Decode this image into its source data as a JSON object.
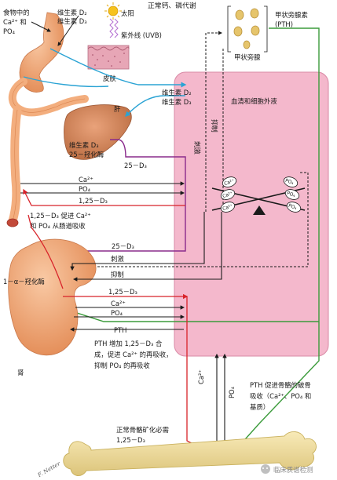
{
  "title": "正常钙、磷代谢",
  "colors": {
    "ecf": "#f4b8cc",
    "ecf_edge": "#d98aa6",
    "organ": "#f3ae7e",
    "organ_dark": "#d9824d",
    "bone": "#f1df9e",
    "bone_edge": "#c9b15d",
    "red": "#d8232a",
    "blue": "#2aa3d4",
    "purple": "#8a2b8c",
    "green": "#3b9b3b",
    "black": "#1a1a1a",
    "gland": "#e6c56c"
  },
  "labels": {
    "food": "食物中的",
    "food_ions": "Ca²⁺ 和",
    "food_po4": "PO₄",
    "vitd_gut_1": "维生素 D₂",
    "vitd_gut_2": "维生素 D₃",
    "sun": "太阳",
    "uvb": "紫外线 (UVB)",
    "skin": "皮肤",
    "liver": "肝",
    "vitd_blood_1": "维生素 D₂",
    "vitd_blood_2": "维生素 D₃",
    "liver_vitd": "维生素 D₃",
    "liver_enzyme": "25－羟化酶",
    "d25": "25－D₃",
    "ecf": "血清和细胞外液",
    "stimulate_v": "刺激",
    "inhibit_v": "抑制",
    "pth_gland": "甲状旁腺素",
    "pth_abbr": "(PTH)",
    "parathyroid": "甲状旁腺",
    "gut_ca": "Ca²⁺",
    "gut_po4": "PO₄",
    "gut_d3": "1,25－D₃",
    "gut_note_1": "1,25－D₃ 促进 Ca²⁺",
    "gut_note_2": "和 PO₄ 从肠道吸收",
    "kidney_d25": "25－D₃",
    "kidney_stim": "刺激",
    "kidney_inhib": "抑制",
    "hydroxylase": "1－α－羟化酶",
    "kidney_d3": "1,25－D₃",
    "kidney_ca": "Ca²⁺",
    "kidney_po4": "PO₄",
    "kidney_pth": "PTH",
    "pth_note_1": "PTH 增加 1,25－D₃ 合",
    "pth_note_2": "成，促进 Ca²⁺ 的再吸收，",
    "pth_note_3": "抑制 PO₄ 的再吸收",
    "kidney": "肾",
    "bone_ca": "Ca²⁺",
    "bone_po4": "PO₄",
    "bone_note_1": "PTH 促进骨骼的破骨",
    "bone_note_2": "吸收（Ca²⁺、PO₄ 和",
    "bone_note_3": "基质）",
    "bone_min_1": "正常骨骼矿化必需",
    "bone_min_2": "1,25－D₃",
    "ion_ca": "Ca²⁺",
    "ion_po4": "PO₄",
    "watermark": "临床质谱检测",
    "signature": "F. Netter"
  },
  "icons": [
    "sun-icon",
    "parathyroid-gland-icon",
    "wechat-logo-icon",
    "stomach-icon",
    "liver-icon",
    "kidney-icon",
    "bone-icon",
    "skin-icon",
    "balance-pivot-icon"
  ]
}
